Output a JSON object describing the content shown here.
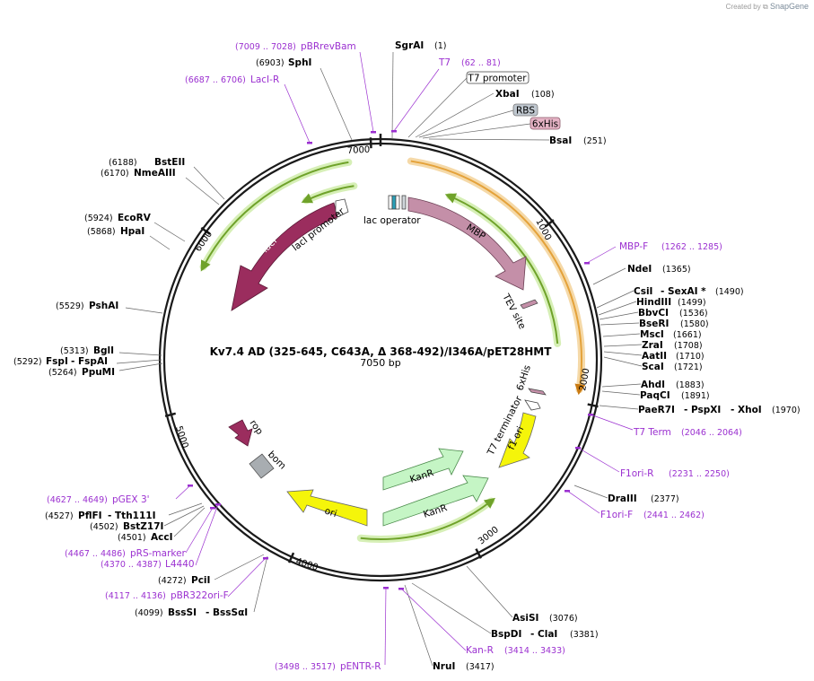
{
  "credit": {
    "prefix": "Created by",
    "brand": "SnapGene"
  },
  "map": {
    "title": "Kv7.4 AD (325-645, C643A, Δ 368-492)/I346A/pET28HMT",
    "length_label": "7050 bp",
    "length": 7050
  },
  "ticks": [
    "1000",
    "2000",
    "3000",
    "4000",
    "5000",
    "6000",
    "7000"
  ],
  "colors": {
    "backbone": "#1a1a1a",
    "primer": "#9b30d0",
    "lacI": "#9b2d5e",
    "MBP": "#c48fa8",
    "KanR": "#c5f5c5",
    "ori": "#f5f50a",
    "f1ori": "#f5f50a",
    "rop": "#9b2d5e",
    "bom": "#a8adb1",
    "green_arc": "#6fa22a",
    "orange_arc": "#e4a23a"
  },
  "enzymes": [
    {
      "name": "SgrAI",
      "pos": "(1)"
    },
    {
      "name": "XbaI",
      "pos": "(108)"
    },
    {
      "name": "BsaI",
      "pos": "(251)"
    },
    {
      "name": "NdeI",
      "pos": "(1365)"
    },
    {
      "name": "CsiI",
      "name2": "SexAI *",
      "pos": "(1490)"
    },
    {
      "name": "HindIII",
      "pos": "(1499)"
    },
    {
      "name": "BbvCI",
      "pos": "(1536)"
    },
    {
      "name": "BseRI",
      "pos": "(1580)"
    },
    {
      "name": "MscI",
      "pos": "(1661)"
    },
    {
      "name": "ZraI",
      "pos": "(1708)"
    },
    {
      "name": "AatII",
      "pos": "(1710)"
    },
    {
      "name": "ScaI",
      "pos": "(1721)"
    },
    {
      "name": "AhdI",
      "pos": "(1883)"
    },
    {
      "name": "PaqCI",
      "pos": "(1891)"
    },
    {
      "name": "PaeR7I",
      "name2": "PspXI",
      "name3": "XhoI",
      "pos": "(1970)"
    },
    {
      "name": "DraIII",
      "pos": "(2377)"
    },
    {
      "name": "AsiSI",
      "pos": "(3076)"
    },
    {
      "name": "BspDI",
      "name2": "ClaI",
      "pos": "(3381)"
    },
    {
      "name": "NruI",
      "pos": "(3417)"
    },
    {
      "name": "SphI",
      "pos": "(6903)"
    },
    {
      "name": "BstEII",
      "pos": "(6188)"
    },
    {
      "name": "NmeAIII",
      "pos": "(6170)"
    },
    {
      "name": "EcoRV",
      "pos": "(5924)"
    },
    {
      "name": "HpaI",
      "pos": "(5868)"
    },
    {
      "name": "PshAI",
      "pos": "(5529)"
    },
    {
      "name": "BglI",
      "pos": "(5313)"
    },
    {
      "name": "FspI",
      "name2": "FspAI",
      "pos": "(5292)"
    },
    {
      "name": "PpuMI",
      "pos": "(5264)"
    },
    {
      "name": "PflFI",
      "name2": "Tth111I",
      "pos": "(4527)"
    },
    {
      "name": "BstZ17I",
      "pos": "(4502)"
    },
    {
      "name": "AccI",
      "pos": "(4501)"
    },
    {
      "name": "PciI",
      "pos": "(4272)"
    },
    {
      "name": "BssSI",
      "name2": "BssSαI",
      "pos": "(4099)"
    }
  ],
  "primers": [
    {
      "name": "pBRrevBam",
      "range": "(7009 .. 7028)"
    },
    {
      "name": "LacI-R",
      "range": "(6687 .. 6706)"
    },
    {
      "name": "T7",
      "range": "(62 .. 81)"
    },
    {
      "name": "MBP-F",
      "range": "(1262 .. 1285)"
    },
    {
      "name": "T7 Term",
      "range": "(2046 .. 2064)"
    },
    {
      "name": "F1ori-R",
      "range": "(2231 .. 2250)"
    },
    {
      "name": "F1ori-F",
      "range": "(2441 .. 2462)"
    },
    {
      "name": "Kan-R",
      "range": "(3414 .. 3433)"
    },
    {
      "name": "pENTR-R",
      "range": "(3498 .. 3517)"
    },
    {
      "name": "pGEX 3'",
      "range": "(4627 .. 4649)"
    },
    {
      "name": "pRS-marker",
      "range": "(4467 .. 4486)"
    },
    {
      "name": "L4440",
      "range": "(4370 .. 4387)"
    },
    {
      "name": "pBR322ori-F",
      "range": "(4117 .. 4136)"
    }
  ],
  "boxed_features": [
    {
      "name": "T7 promoter",
      "fill": "#ffffff"
    },
    {
      "name": "RBS",
      "fill": "#bfc7cf"
    },
    {
      "name": "6xHis",
      "fill": "#e5b3c5"
    }
  ],
  "features": {
    "lacI": "lacI",
    "lacI_promoter": "lacI promoter",
    "lac_operator": "lac operator",
    "MBP": "MBP",
    "TEV_site": "TEV site",
    "his2": "6xHis",
    "T7_terminator": "T7 terminator",
    "f1_ori": "f1 ori",
    "KanR1": "KanR",
    "KanR2": "KanR",
    "ori": "ori",
    "rop": "rop",
    "bom": "bom"
  }
}
